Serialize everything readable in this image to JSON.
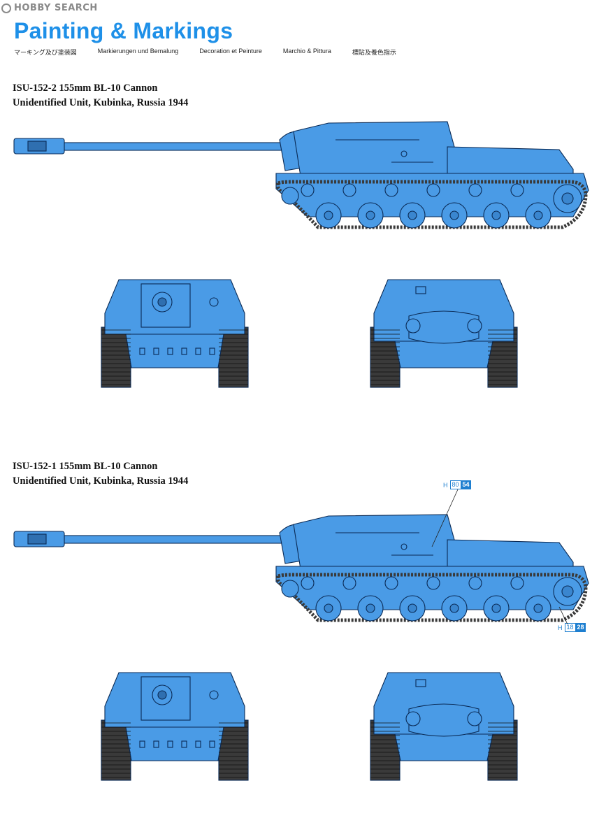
{
  "watermark": {
    "text": "HOBBY SEARCH"
  },
  "header": {
    "title": "Painting & Markings",
    "subtitles": [
      "マーキング及び塗装図",
      "Markierungen und Bemalung",
      "Decoration et Peinture",
      "Marchio & Pittura",
      "標貼及養色指示"
    ]
  },
  "schemes": [
    {
      "line1": "ISU-152-2 155mm BL-10 Cannon",
      "line2": "Unidentified Unit, Kubinka, Russia 1944"
    },
    {
      "line1": "ISU-152-1 155mm BL-10 Cannon",
      "line2": "Unidentified Unit, Kubinka, Russia 1944"
    }
  ],
  "callouts": {
    "top": {
      "prefix": "H",
      "code1": "80",
      "code2": "54"
    },
    "bottom": {
      "prefix": "H",
      "code1": "18",
      "code2": "28"
    }
  },
  "colors": {
    "paint": "#4a9be6",
    "outline": "#0a2a55",
    "track": "#3a3a3a",
    "accent": "#1e90e8"
  }
}
